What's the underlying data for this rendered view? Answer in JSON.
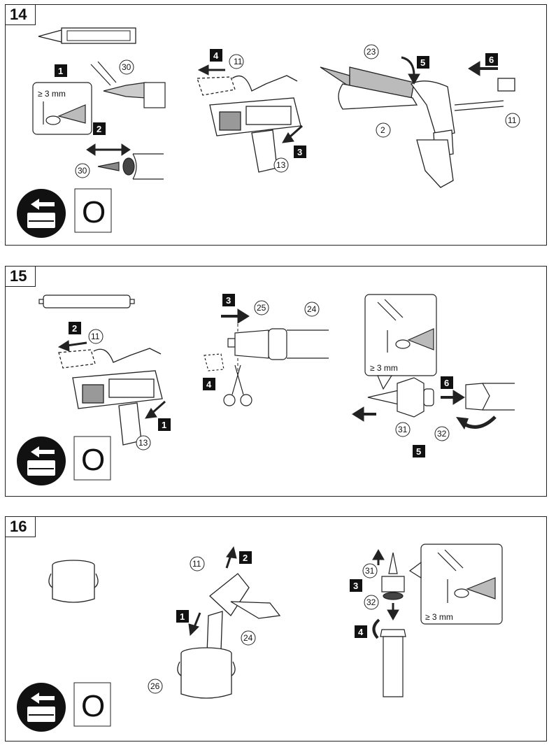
{
  "sections": [
    {
      "number": "14",
      "steps": [
        "1",
        "2",
        "3",
        "4",
        "5",
        "6"
      ],
      "callouts": [
        "30",
        "30",
        "11",
        "13",
        "23",
        "2",
        "11"
      ],
      "dimension": "≥ 3 mm",
      "switch_mark": "O"
    },
    {
      "number": "15",
      "steps": [
        "2",
        "1",
        "3",
        "4",
        "6",
        "5"
      ],
      "callouts": [
        "11",
        "13",
        "25",
        "24",
        "31",
        "32"
      ],
      "dimension": "≥ 3 mm",
      "switch_mark": "O"
    },
    {
      "number": "16",
      "steps": [
        "2",
        "1",
        "3",
        "4"
      ],
      "callouts": [
        "11",
        "24",
        "26",
        "31",
        "32"
      ],
      "dimension": "≥ 3 mm",
      "switch_mark": "O"
    }
  ],
  "icons": {
    "battery_remove": "battery-remove-icon"
  }
}
